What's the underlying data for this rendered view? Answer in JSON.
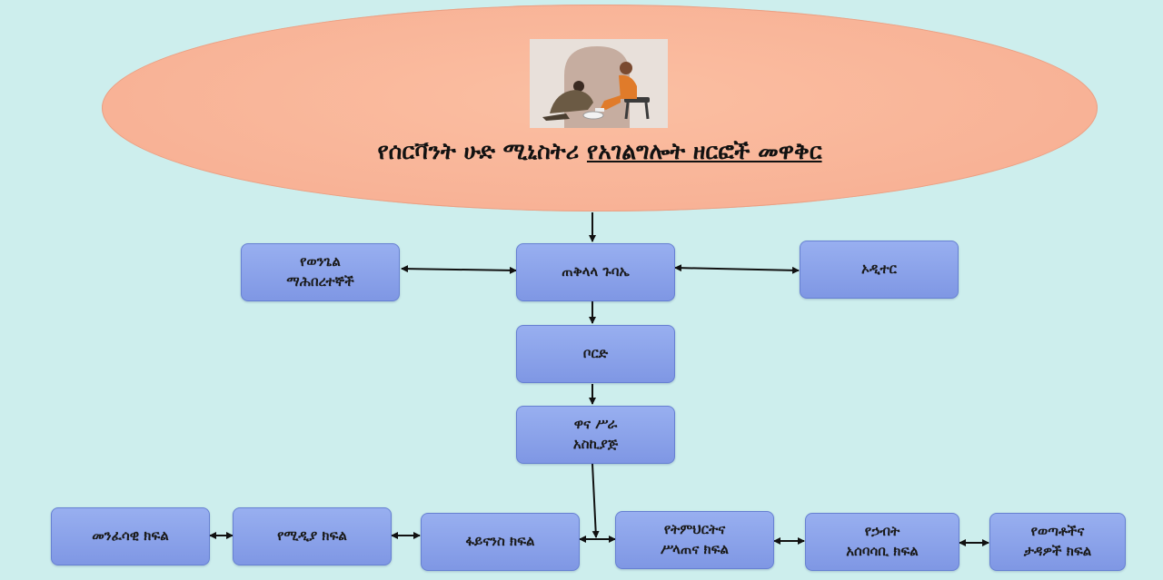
{
  "title": {
    "part1": "የሰርቫንት ሁድ ሚኒስትሪ ",
    "part2": "የአገልግሎት ዘርፎች መዋቅር"
  },
  "logo_icon": "servant-washing-feet-icon",
  "nodes": {
    "top": "ጠቅላላ ጉባኤ",
    "left_top_line1": "የወንጌል",
    "left_top_line2": "ማሕበረተኞች",
    "right_top": "ኦዲተር",
    "board": "ቦርድ",
    "exec_line1": "ዋና ሥራ",
    "exec_line2": "አስኪያጅ",
    "spiritual": "መንፈሳዊ ክፍል",
    "media": "የሚዲያ ክፍል",
    "finance": "ፋይናንስ ክፍል",
    "edu_line1": "የትምህርትና",
    "edu_line2": "ሥላጠና ክፍል",
    "resource_line1": "የኃብት",
    "resource_line2": "አሰባሳቢ ክፍል",
    "youth_line1": "የወጣቶችና",
    "youth_line2": "ታዳዎች ክፍል"
  },
  "colors": {
    "ellipse": "#f8b296",
    "box": "#8ea6ec",
    "background": "#cdeeed"
  }
}
